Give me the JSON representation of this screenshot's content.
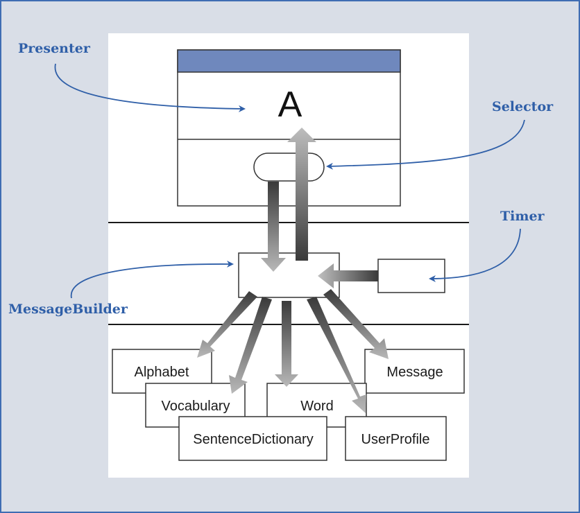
{
  "diagram": {
    "presenter_symbol": "A",
    "callouts": {
      "presenter": "Presenter",
      "selector": "Selector",
      "timer": "Timer",
      "message_builder": "MessageBuilder"
    },
    "components": {
      "alphabet": "Alphabet",
      "vocabulary": "Vocabulary",
      "sentence_dictionary": "SentenceDictionary",
      "word": "Word",
      "user_profile": "UserProfile",
      "message": "Message"
    },
    "colors": {
      "frame_background": "#d9dee7",
      "frame_border": "#3f6db3",
      "presenter_titlebar": "#6f88bd",
      "callout_text": "#2f5fa8"
    }
  }
}
